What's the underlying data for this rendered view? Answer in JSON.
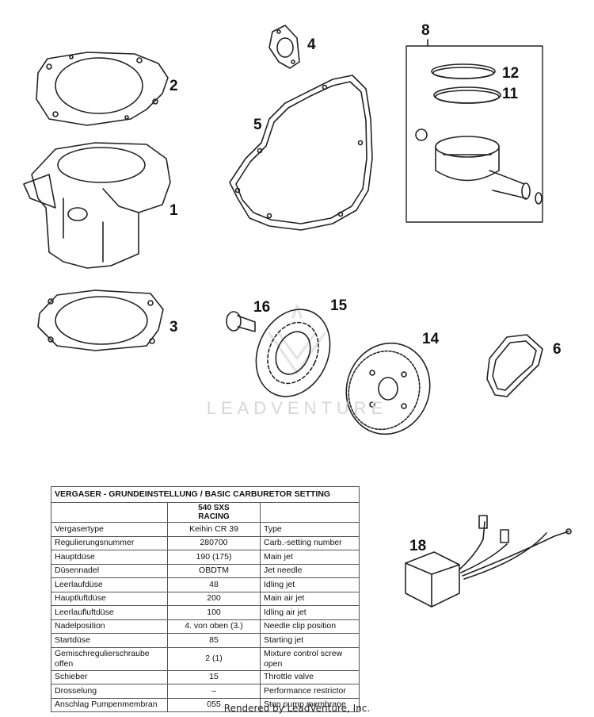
{
  "watermark": "LEADVENTURE",
  "callouts": [
    "1",
    "2",
    "3",
    "4",
    "5",
    "6",
    "8",
    "11",
    "12",
    "14",
    "15",
    "16",
    "18"
  ],
  "table": {
    "title": "VERGASER - GRUNDEINSTELLUNG / BASIC CARBURETOR SETTING",
    "model": [
      "540 SXS",
      "RACING"
    ],
    "rows": [
      {
        "de": "Vergasertype",
        "val": "Keihin CR 39",
        "en": "Type"
      },
      {
        "de": "Regulierungsnummer",
        "val": "280700",
        "en": "Carb.-setting number"
      },
      {
        "de": "Hauptdüse",
        "val": "190   (175)",
        "en": "Main jet"
      },
      {
        "de": "Düsennadel",
        "val": "OBDTM",
        "en": "Jet needle"
      },
      {
        "de": "Leerlaufdüse",
        "val": "48",
        "en": "Idling jet"
      },
      {
        "de": "Hauptluftdüse",
        "val": "200",
        "en": "Main air jet"
      },
      {
        "de": "Leerlaufluftdüse",
        "val": "100",
        "en": "Idling air jet"
      },
      {
        "de": "Nadelposition",
        "val": "4. von oben  (3.)",
        "en": "Needle clip position"
      },
      {
        "de": "Startdüse",
        "val": "85",
        "en": "Starting jet"
      },
      {
        "de": "Gemischregulierschraube offen",
        "val": "2  (1)",
        "en": "Mixture control screw open"
      },
      {
        "de": "Schieber",
        "val": "15",
        "en": "Throttle valve"
      },
      {
        "de": "Drosselung",
        "val": "–",
        "en": "Performance restrictor"
      },
      {
        "de": "Anschlag Pumpenmembran",
        "val": "055",
        "en": "Stop pump membrane"
      }
    ]
  },
  "footer": "Rendered by LeadVenture, Inc."
}
